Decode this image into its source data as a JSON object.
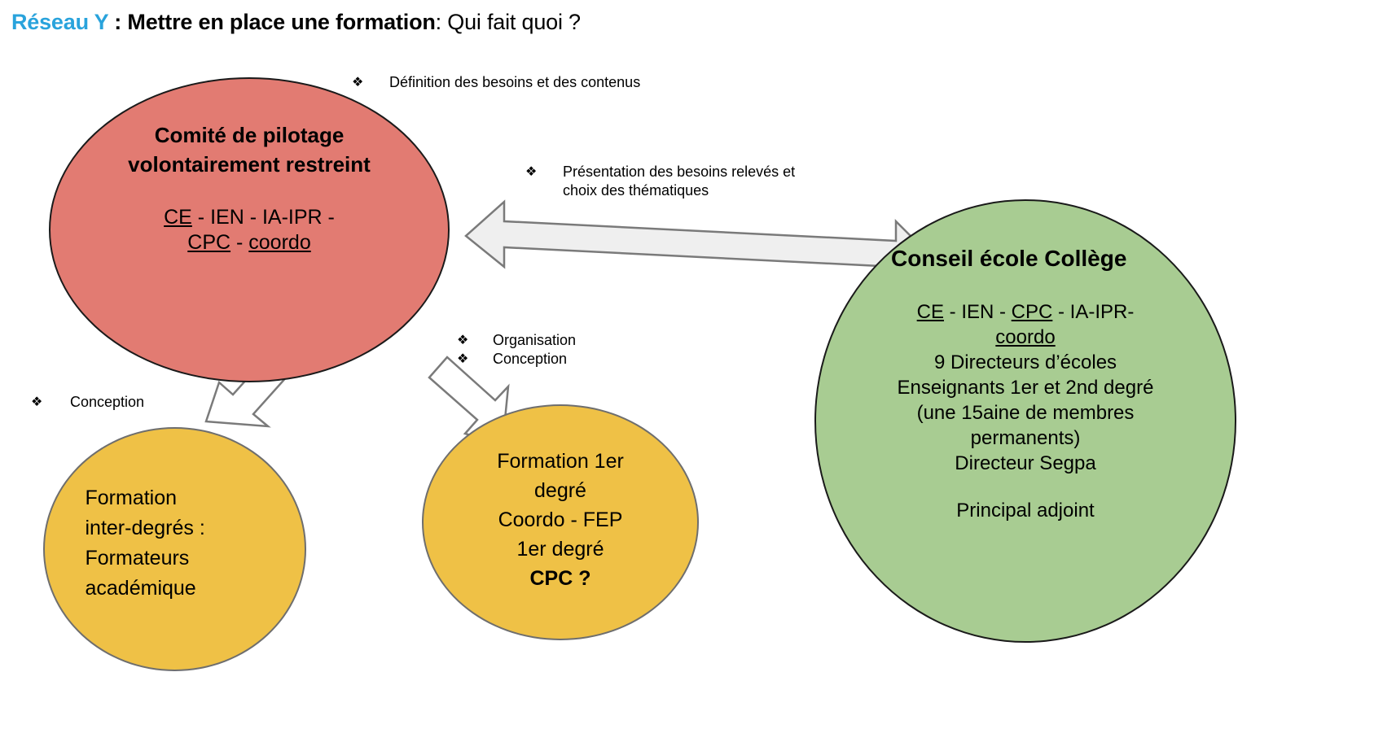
{
  "title": {
    "brand": "Réseau Y",
    "separator": " : ",
    "strong": "Mettre en place une formation",
    "rest": ": Qui fait quoi ?",
    "brand_color": "#29A3DC"
  },
  "nodes": {
    "comite": {
      "heading": "Comité de pilotage volontairement restreint",
      "members_line1_a": "CE",
      "members_line1_b": " - IEN - IA-IPR - ",
      "members_line2_a": "CPC",
      "members_line2_b": " - ",
      "members_line2_c": "coordo",
      "fill": "#E27B72"
    },
    "conseil": {
      "heading": "Conseil école Collège",
      "members_a": "CE",
      "members_b": " - IEN - ",
      "members_c": "CPC",
      "members_d": " - IA-IPR-",
      "members_e": "coordo",
      "line_directeurs": "9 Directeurs d’écoles",
      "line_enseignants": "Enseignants 1er et 2nd degré",
      "line_membres": "(une 15aine de membres",
      "line_permanents": "permanents)",
      "line_segpa": "Directeur Segpa",
      "line_principal": "Principal  adjoint",
      "fill": "#A8CC92"
    },
    "inter": {
      "line1": "Formation",
      "line2": "inter-degrés :",
      "line3": "Formateurs",
      "line4": "académique",
      "fill": "#EFC146"
    },
    "formation1er": {
      "line1": "Formation 1er",
      "line2": "degré",
      "line3": "Coordo - FEP",
      "line4": "1er degré",
      "line5": "CPC ?",
      "fill": "#EFC146"
    }
  },
  "annotations": {
    "bullet_glyph": "❖",
    "definition": "Définition des besoins et des contenus",
    "presentation": "Présentation des besoins relevés et\nchoix des thématiques",
    "organisation": "Organisation",
    "conception_mid": "Conception",
    "conception_left": "Conception"
  },
  "arrows": {
    "double_arrow_fill": "#EFEFEF",
    "double_arrow_stroke": "#7a7a7a",
    "block_arrow_fill": "#FFFFFF",
    "block_arrow_stroke": "#7a7a7a"
  }
}
